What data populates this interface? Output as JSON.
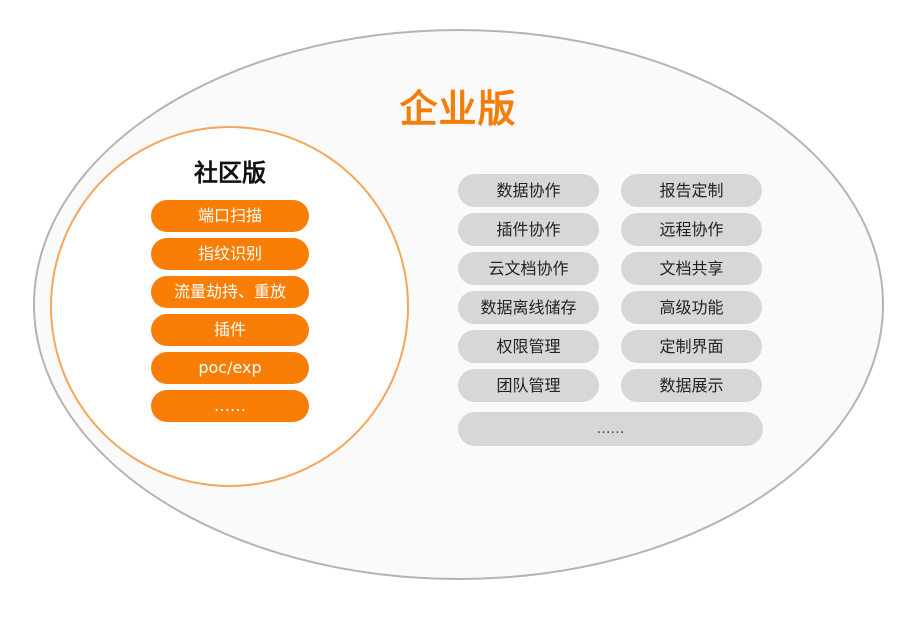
{
  "enterprise": {
    "title": "企业版",
    "features": [
      "数据协作",
      "报告定制",
      "插件协作",
      "远程协作",
      "云文档协作",
      "文档共享",
      "数据离线储存",
      "高级功能",
      "权限管理",
      "定制界面",
      "团队管理",
      "数据展示"
    ],
    "more": "……"
  },
  "community": {
    "title": "社区版",
    "features": [
      "端口扫描",
      "指纹识别",
      "流量劫持、重放",
      "插件",
      "poc/exp",
      "……"
    ]
  },
  "colors": {
    "accent": "#f57d0a",
    "community_pill": "#fa7d05",
    "community_border": "#f5a65a",
    "enterprise_pill": "#d7d7d7",
    "enterprise_border": "#b4b4b4"
  }
}
